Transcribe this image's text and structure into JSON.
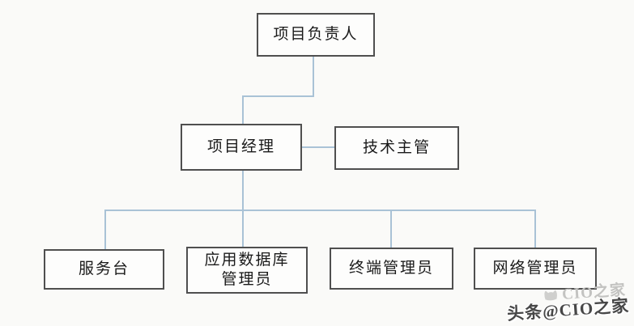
{
  "diagram": {
    "type": "org-chart",
    "nodes": {
      "project_leader": {
        "label": "项目负责人"
      },
      "project_manager": {
        "label": "项目经理"
      },
      "tech_supervisor": {
        "label": "技术主管"
      },
      "service_desk": {
        "label": "服务台"
      },
      "app_db_admin": {
        "label": "应用数据库\n管理员"
      },
      "terminal_admin": {
        "label": "终端管理员"
      },
      "network_admin": {
        "label": "网络管理员"
      }
    },
    "edges": [
      {
        "from": "project_leader",
        "to": "project_manager"
      },
      {
        "from": "project_manager",
        "to": "tech_supervisor"
      },
      {
        "from": "project_manager",
        "to": "service_desk"
      },
      {
        "from": "project_manager",
        "to": "app_db_admin"
      },
      {
        "from": "project_manager",
        "to": "terminal_admin"
      },
      {
        "from": "project_manager",
        "to": "network_admin"
      }
    ],
    "colors": {
      "connector": "#a9c2d6",
      "box_border": "#4f4f4f",
      "box_fill": "#fdfdfc",
      "background": "#fafaf8",
      "text": "#1a1a1a"
    }
  },
  "watermark": {
    "ghost_text": "CIO之家",
    "main_text": "头条@CIO之家"
  }
}
